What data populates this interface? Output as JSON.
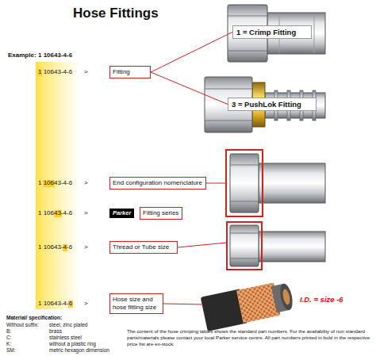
{
  "diagram": {
    "title": "Hose Fittings",
    "nodes": [
      {
        "text": [
          "1 = Crimp Fitting"
        ]
      },
      {
        "text": [
          "Fitting"
        ]
      },
      {
        "text": [
          "3 = PushLok Fitting"
        ]
      },
      {
        "text": [
          "End configuration nomenclature"
        ]
      },
      {
        "text": [
          "Fitting series"
        ]
      },
      {
        "text": [
          "Thread or Tube size"
        ]
      },
      {
        "text": [
          "Hose size and hose fitting size"
        ]
      }
    ],
    "edges": [
      {
        "from": 1,
        "to": 0,
        "arrow": "none"
      },
      {
        "from": 1,
        "to": 2,
        "arrow": "none"
      }
    ],
    "labels": [
      "Example:",
      "1 10643-4-6",
      "1 10643-4-6",
      ">",
      "1 10643-4-6",
      ">",
      "1 10643-4-6",
      ">",
      "Parker",
      "1 10643-4-6",
      ">",
      "1 10643-4-6",
      ">",
      "I.D. = size -6",
      "Material/ specification:",
      "Without suffix:",
      "steel, zinc plated",
      "B:",
      "brass",
      "C:",
      "stainless steel",
      "K:",
      "without a plastic ring",
      "SM:",
      "metric hexagon dimension",
      "The content of the hose crimping tables shows the standard part numbers. For the availability of non standard parts/materials please contact your local Parker service centre. All part numbers printed in bold in the respective price list are ex-stock."
    ]
  }
}
